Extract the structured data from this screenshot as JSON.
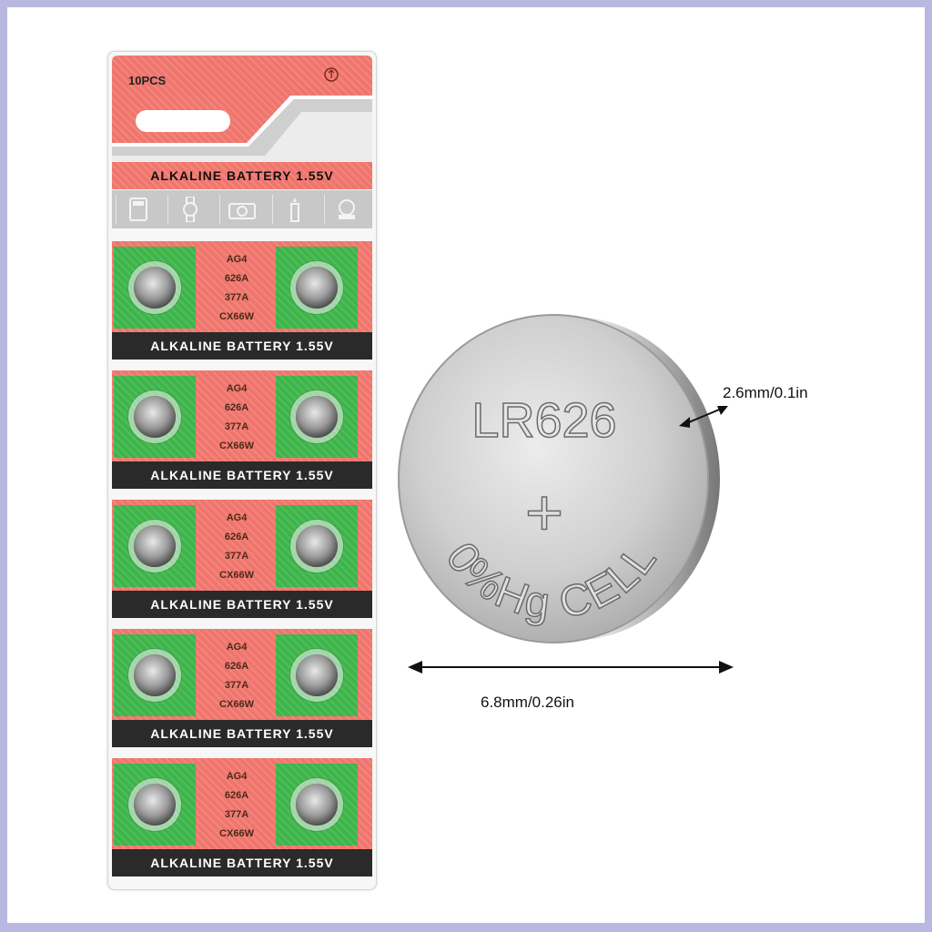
{
  "card": {
    "count_label": "10PCS",
    "title_banner": "ALKALINE BATTERY 1.55V",
    "section_banner": "ALKALINE BATTERY 1.55V",
    "models": [
      "AG4",
      "626A",
      "377A",
      "CX66W"
    ],
    "device_icons": [
      "calculator-icon",
      "watch-icon",
      "camera-icon",
      "lighter-icon",
      "toy-icon"
    ],
    "colors": {
      "red": "#f0756c",
      "green": "#3db54a",
      "dark": "#2a2a2a"
    }
  },
  "coin": {
    "model": "LR626",
    "plus": "+",
    "bottom_text": "0%Hg CELL"
  },
  "dimensions": {
    "thickness": "2.6mm/0.1in",
    "diameter": "6.8mm/0.26in"
  }
}
